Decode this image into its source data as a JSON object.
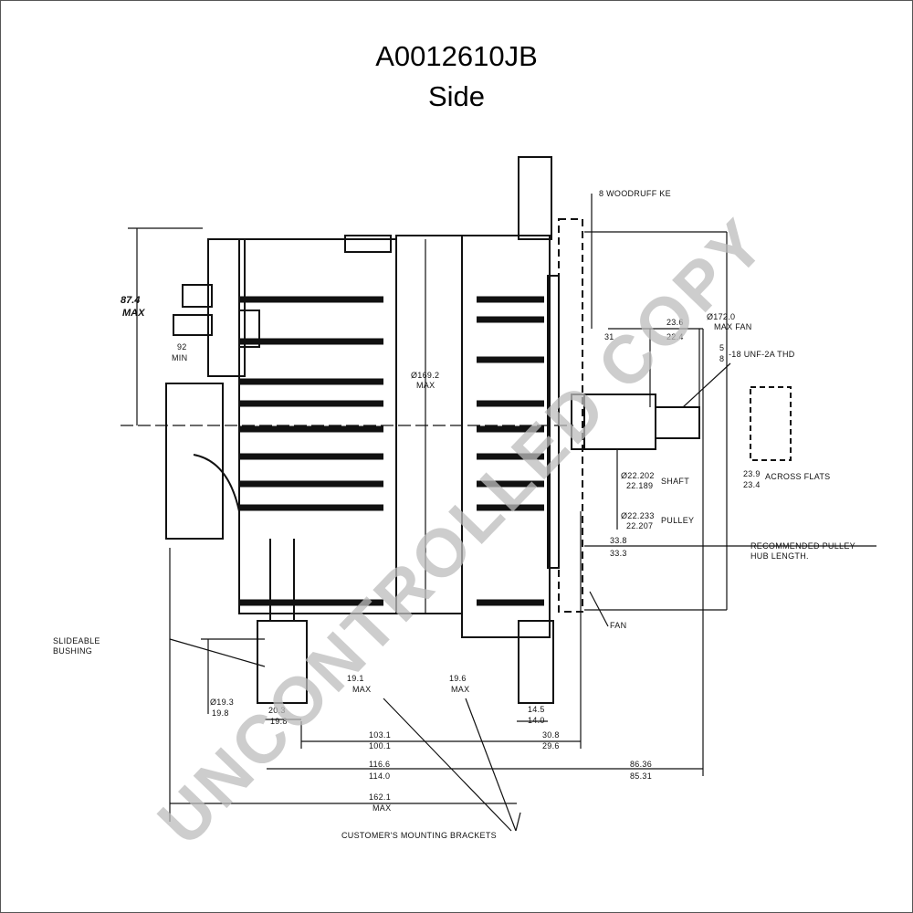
{
  "header": {
    "part_number": "A0012610JB",
    "view": "Side"
  },
  "watermark": "UNCONTROLLED COPY",
  "dimensions": {
    "max_height_value": "87.4",
    "max_height_label": "MAX",
    "terminal_min_value": "92",
    "terminal_min_label": "MIN",
    "body_diameter_value": "Ø169.2",
    "body_diameter_label": "MAX",
    "woodruff_key": "8 WOODRUFF KE",
    "fan_diameter_value": "Ø172.0",
    "fan_diameter_label": "MAX FAN",
    "shaft_len_top": "23.6",
    "shaft_len_bottom": "22.4",
    "shaft_small": "31",
    "thread_num": "5",
    "thread_den": "8",
    "thread_spec": "-18 UNF-2A THD",
    "flats_top": "23.9",
    "flats_bottom": "23.4",
    "flats_label": "ACROSS FLATS",
    "shaft_dia_top": "Ø22.202",
    "shaft_dia_bottom": "22.189",
    "shaft_dia_label": "SHAFT",
    "pulley_dia_top": "Ø22.233",
    "pulley_dia_bottom": "22.207",
    "pulley_dia_label": "PULLEY",
    "hub_top": "33.8",
    "hub_bottom": "33.3",
    "hub_label_1": "RECOMMENDED PULLEY",
    "hub_label_2": "HUB LENGTH.",
    "fan_label": "FAN",
    "bushing_label_1": "SLIDEABLE",
    "bushing_label_2": "BUSHING",
    "bracket_left_value": "19.1",
    "bracket_left_label": "MAX",
    "bracket_right_value": "19.6",
    "bracket_right_label": "MAX",
    "bore_top": "Ø19.3",
    "bore_bottom": "19.8",
    "lug_top": "20.3",
    "lug_bottom": "19.8",
    "ear_top": "14.5",
    "ear_bottom": "14.0",
    "span_top": "103.1",
    "span_bottom": "100.1",
    "front_top": "30.8",
    "front_bottom": "29.6",
    "overall_top": "116.6",
    "overall_bottom": "114.0",
    "pulley_face_top": "86.36",
    "pulley_face_bottom": "85.31",
    "total_value": "162.1",
    "total_label": "MAX",
    "brackets_label": "CUSTOMER'S MOUNTING BRACKETS"
  }
}
